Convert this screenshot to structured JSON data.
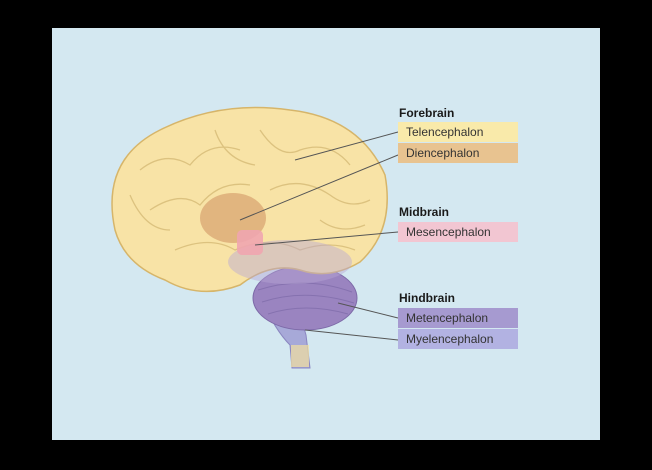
{
  "groups": [
    {
      "title": "Forebrain",
      "parts": [
        {
          "label": "Telencephalon",
          "color": "#f9eaaa"
        },
        {
          "label": "Diencephalon",
          "color": "#e8c390"
        }
      ]
    },
    {
      "title": "Midbrain",
      "parts": [
        {
          "label": "Mesencephalon",
          "color": "#f2c6d2"
        }
      ]
    },
    {
      "title": "Hindbrain",
      "parts": [
        {
          "label": "Metencephalon",
          "color": "#a69ad0"
        },
        {
          "label": "Myelencephalon",
          "color": "#b2b2e2"
        }
      ]
    }
  ],
  "colors": {
    "background": "#d4e8f1",
    "cerebrum": "#f8e3a6",
    "cerebellum": "#9a84c0",
    "brainstem": "#a7a9d8"
  }
}
